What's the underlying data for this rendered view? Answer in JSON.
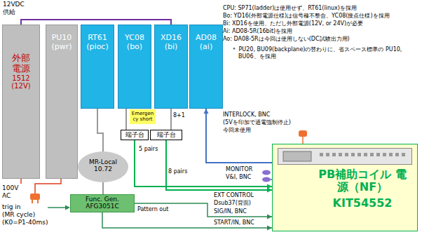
{
  "diagram": {
    "nodes": [
      {
        "text": [
          "外部 電源",
          "1512 (12V)"
        ]
      },
      {
        "text": [
          "PU10 (pwr)"
        ]
      },
      {
        "text": [
          "RT61 (pioc)"
        ]
      },
      {
        "text": [
          "YC08 (bo)"
        ]
      },
      {
        "text": [
          "XD16 (bi)"
        ]
      },
      {
        "text": [
          "AD08 (ai)"
        ]
      },
      {
        "text": [
          "Emergency short"
        ]
      },
      {
        "text": [
          "端子台"
        ]
      },
      {
        "text": [
          "端子台"
        ]
      },
      {
        "text": [
          "MR-Local 10.72"
        ]
      },
      {
        "text": [
          "Func. Gen. AFG3051C"
        ]
      },
      {
        "text": [
          "PB補助コイル 電源（NF）",
          "KIT54552"
        ]
      }
    ],
    "edges": [
      {
        "from": 0,
        "to": 4,
        "arrow": "none"
      },
      {
        "from": 3,
        "to": 7,
        "arrow": "none"
      },
      {
        "from": 4,
        "to": 8,
        "arrow": "none"
      },
      {
        "from": 7,
        "to": 11,
        "arrow": "to"
      },
      {
        "from": 8,
        "to": 11,
        "arrow": "to"
      },
      {
        "from": 11,
        "to": 5,
        "arrow": "to"
      },
      {
        "from": 2,
        "to": 9,
        "arrow": "none"
      },
      {
        "from": 9,
        "to": 10,
        "arrow": "none"
      },
      {
        "from": 10,
        "to": 11,
        "arrow": "to"
      },
      {
        "from": 10,
        "to": 11,
        "arrow": "to"
      }
    ],
    "labels": [
      "12VDC 供給",
      "CPU: SP71(ladder)は使用せず、RT61(linux)を採用",
      "Bo: YD16(外部電源仕様)は信号種不整合、YC08(接点仕様)を採用",
      "Bi: XD16を使用、ただし外部電源(12V, or 24V)が必要",
      "Ai: AD08-5R(16bit)を採用",
      "Ao: DA08-5Rは今回は使用しない(DC試験出力用)",
      "＊ PU20, BU09(backplane)の替わりに、省スペース標準の PU10, BU06、を採用",
      "8+1",
      "INTERLOCK, BNC",
      "(5Vを印加で通電強制停止)",
      "今回未使用",
      "MONITOR",
      "V&I, BNC",
      "100V AC",
      "5 pairs",
      "8 pairs",
      "EXT CONTROL",
      "Dsub37(背面)",
      "trig in",
      "(MR cycle)",
      "(K0=P1-40ms)",
      "Pattern out",
      "SIG/IN, BNC",
      "START/IN, BNC"
    ]
  }
}
